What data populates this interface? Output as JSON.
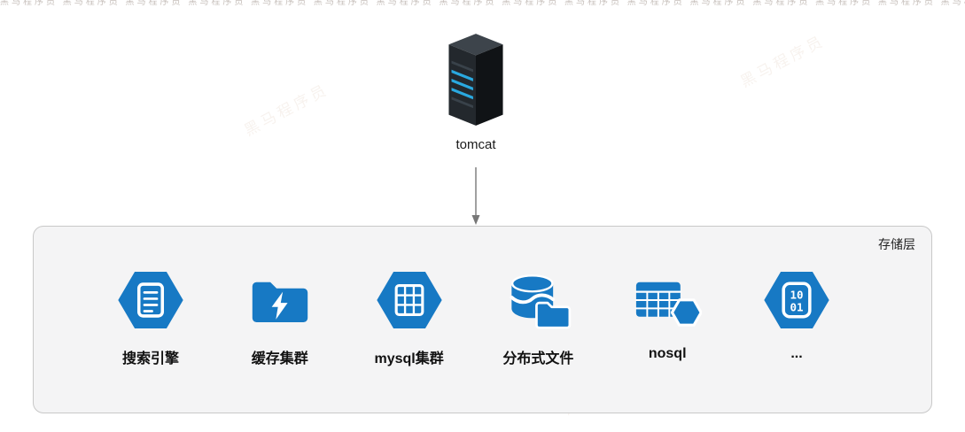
{
  "colors": {
    "accent": "#1779c4",
    "box_bg": "#f4f4f5",
    "box_border": "#c8c8c8",
    "arrow": "#777777",
    "text_dark": "#1a1a1a"
  },
  "server": {
    "label": "tomcat"
  },
  "storage": {
    "title": "存储层",
    "items": [
      {
        "label": "搜索引擎",
        "icon": "search-engine-document-hexagon"
      },
      {
        "label": "缓存集群",
        "icon": "cache-folder-lightning"
      },
      {
        "label": "mysql集群",
        "icon": "mysql-grid-hexagon"
      },
      {
        "label": "分布式文件",
        "icon": "distributed-file-database-folder"
      },
      {
        "label": "nosql",
        "icon": "nosql-table-hexagon"
      },
      {
        "label": "...",
        "icon": "binary-hexagon",
        "icon_lines": [
          "10",
          "01"
        ]
      }
    ]
  },
  "watermark": {
    "text": "黑马程序员",
    "strip": "黑马程序员 黑马程序员 黑马程序员 黑马程序员 黑马程序员 黑马程序员 黑马程序员 黑马程序员 黑马程序员 黑马程序员 黑马程序员 黑马程序员 黑马程序员 黑马程序员 黑马程序员 黑马程序员 黑马程序员 黑马程序员 黑马程序员 黑马程序员 黑马程序员 黑马程序员"
  }
}
